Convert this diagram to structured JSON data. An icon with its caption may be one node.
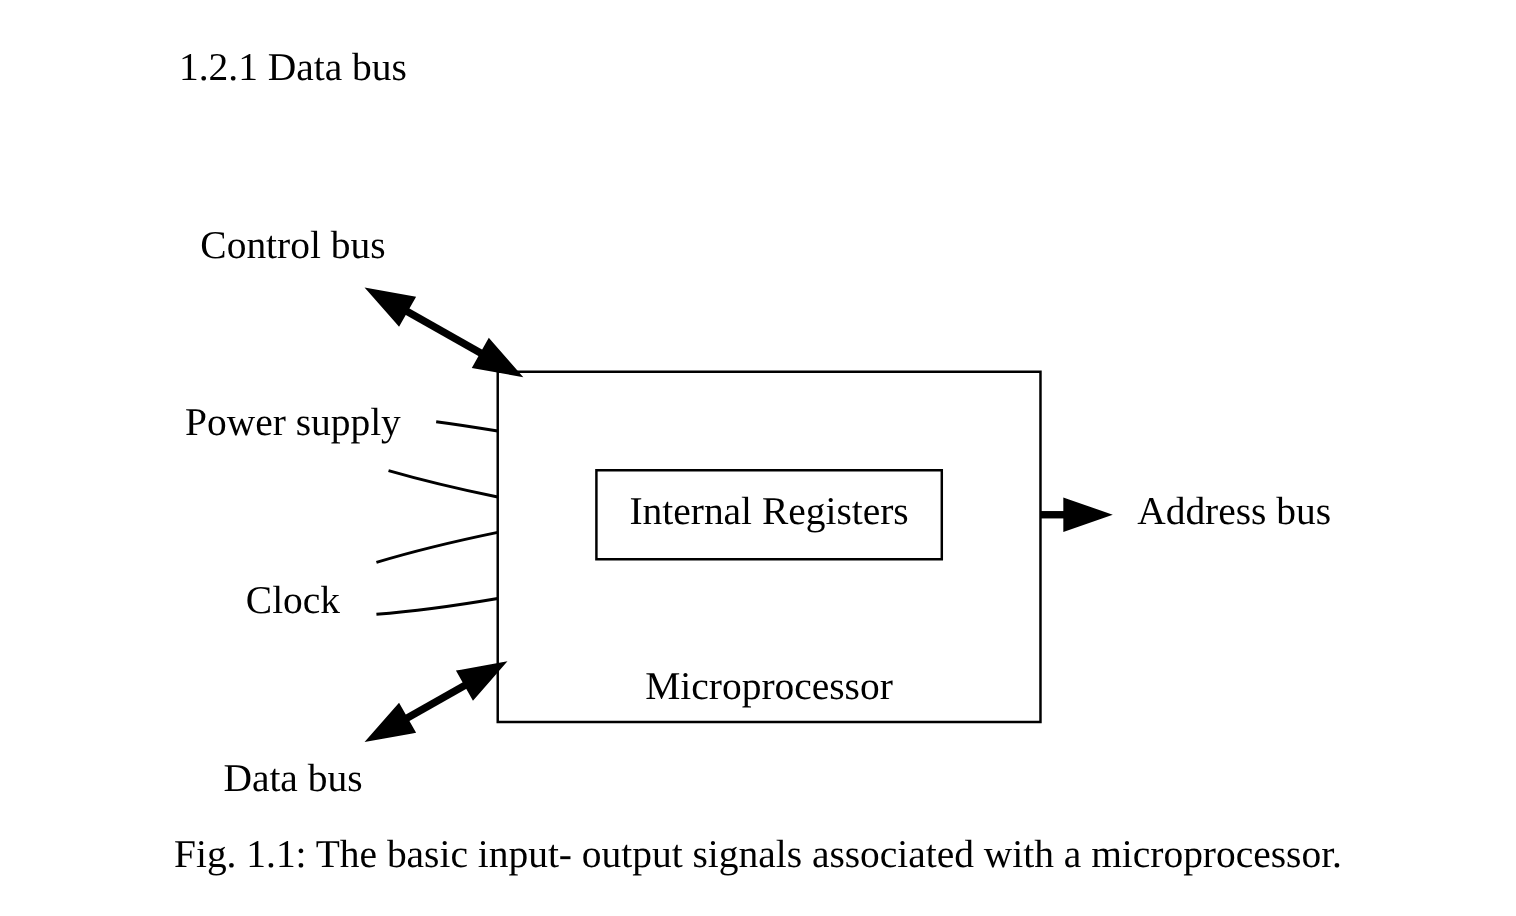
{
  "diagram": {
    "caption": "Fig. 1.1: The basic input- output signals associated with a microprocessor.",
    "nodes": [
      {
        "text": [
          "Microprocessor"
        ]
      },
      {
        "text": [
          "Internal Registers"
        ],
        "in": 0
      },
      {
        "text": [
          "Control bus"
        ]
      },
      {
        "text": [
          "Power supply"
        ]
      },
      {
        "text": [
          "Clock"
        ]
      },
      {
        "text": [
          "Address bus"
        ]
      },
      {
        "text": [
          "Data bus"
        ]
      }
    ],
    "edges": [
      {
        "from": 2,
        "to": 0,
        "arrow": "both",
        "style": "thick"
      },
      {
        "from": 3,
        "to": 0,
        "arrow": "none"
      },
      {
        "from": 3,
        "to": 0,
        "arrow": "none"
      },
      {
        "from": 4,
        "to": 0,
        "arrow": "none"
      },
      {
        "from": 4,
        "to": 0,
        "arrow": "none"
      },
      {
        "from": 0,
        "to": 5,
        "arrow": "to",
        "style": "thick"
      },
      {
        "from": 6,
        "to": 0,
        "arrow": "both",
        "style": "thick"
      }
    ],
    "labels": [
      "1.2.1 Data bus"
    ]
  }
}
